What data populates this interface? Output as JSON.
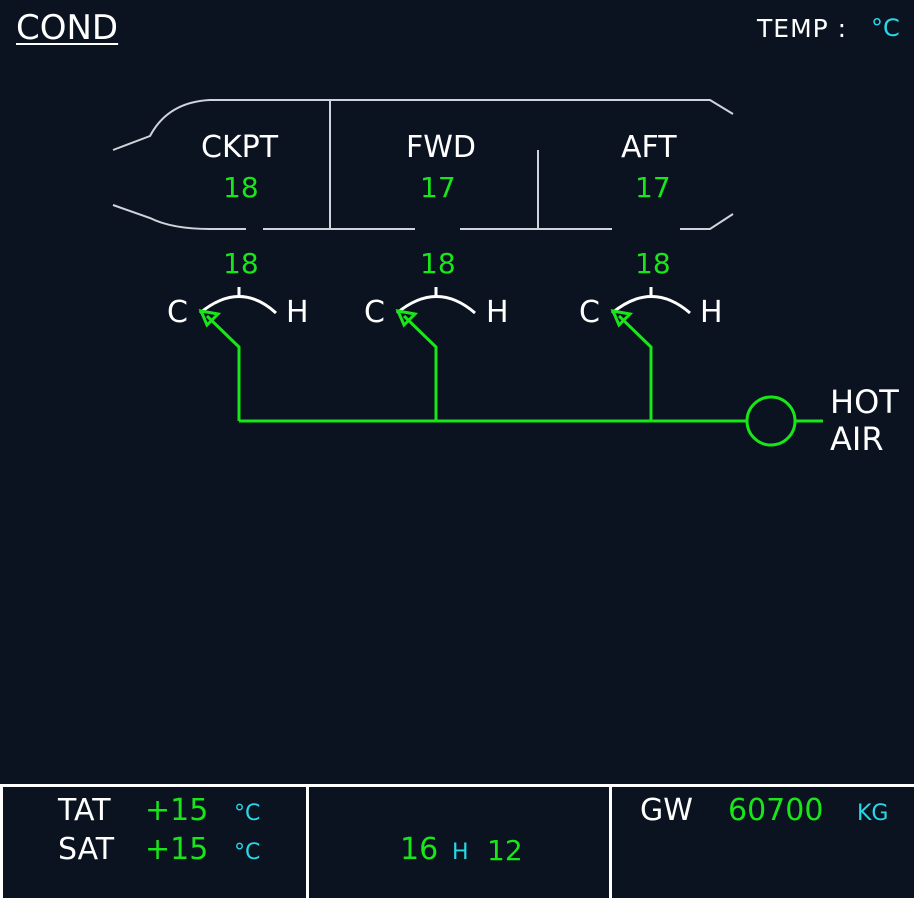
{
  "header": {
    "title": "COND",
    "temp_label": "TEMP :",
    "temp_unit": "°C"
  },
  "zones": [
    {
      "name": "CKPT",
      "actual_temp": "18",
      "duct_temp": "18",
      "cold_label": "C",
      "hot_label": "H"
    },
    {
      "name": "FWD",
      "actual_temp": "17",
      "duct_temp": "18",
      "cold_label": "C",
      "hot_label": "H"
    },
    {
      "name": "AFT",
      "actual_temp": "17",
      "duct_temp": "18",
      "cold_label": "C",
      "hot_label": "H"
    }
  ],
  "hot_air": {
    "line1": "HOT",
    "line2": "AIR"
  },
  "bottom": {
    "tat_label": "TAT",
    "tat_value": "+15",
    "tat_unit": "°C",
    "sat_label": "SAT",
    "sat_value": "+15",
    "sat_unit": "°C",
    "time_hours": "16",
    "time_sep": "H",
    "time_minutes": "12",
    "gw_label": "GW",
    "gw_value": "60700",
    "gw_unit": "KG"
  },
  "colors": {
    "background": "#0b1320",
    "green": "#19e619",
    "cyan": "#28d7e8",
    "white": "#ffffff"
  }
}
